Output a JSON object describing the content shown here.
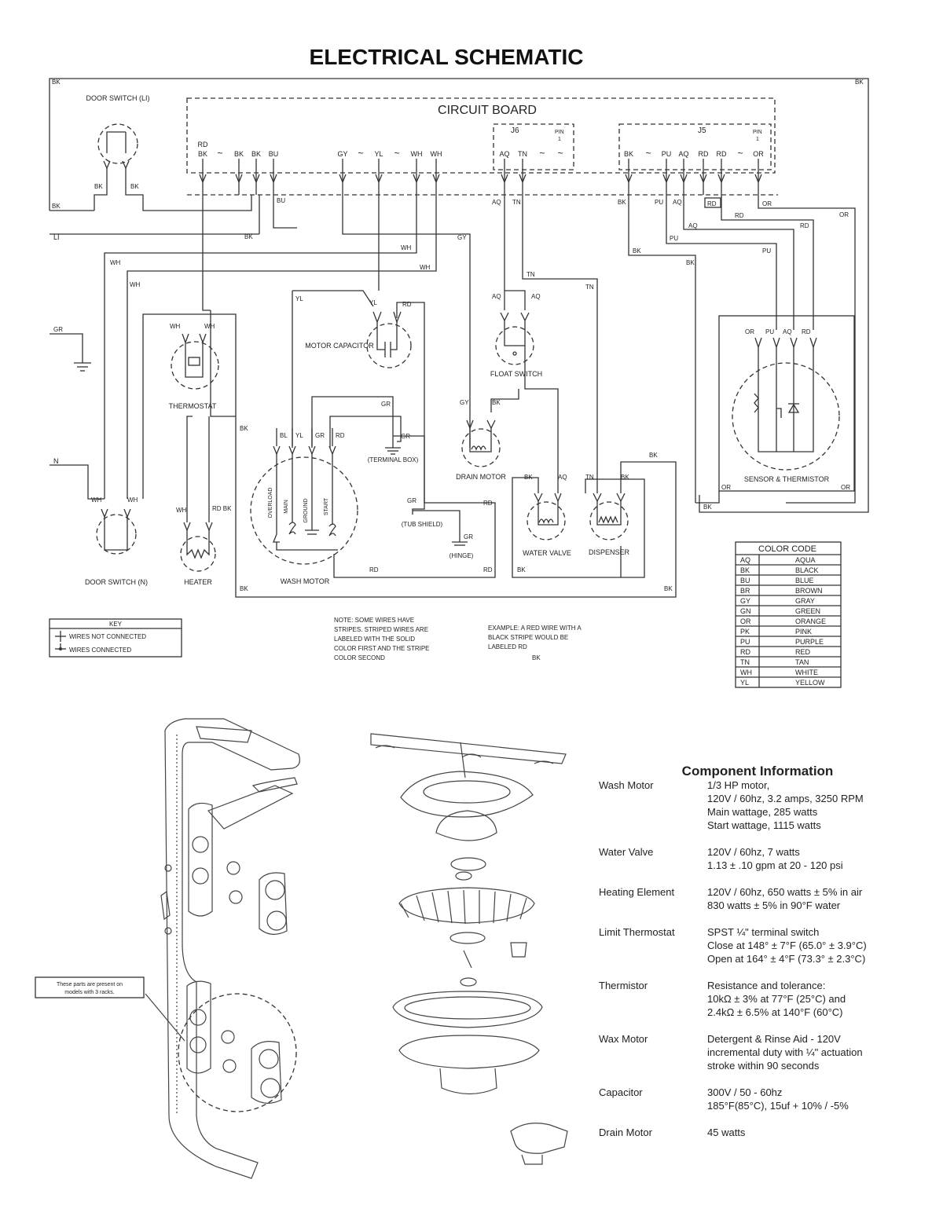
{
  "title": "ELECTRICAL SCHEMATIC",
  "board": {
    "title": "CIRCUIT BOARD",
    "j6": "J6",
    "j5": "J5",
    "pin": "PIN",
    "pin_num": "1",
    "pins_left": [
      "RD BK",
      "~",
      "BK",
      "BK",
      "BU"
    ],
    "pins_mid": [
      "GY",
      "~",
      "YL",
      "~",
      "WH",
      "WH"
    ],
    "pins_j6": [
      "AQ",
      "TN",
      "~",
      "~"
    ],
    "pins_j5": [
      "BK",
      "~",
      "PU",
      "AQ",
      "RD",
      "RD",
      "~",
      "OR"
    ]
  },
  "wire_labels": {
    "bk": "BK",
    "wh": "WH",
    "gr": "GR",
    "rd": "RD",
    "bu": "BU",
    "gy": "GY",
    "yl": "YL",
    "aq": "AQ",
    "tn": "TN",
    "pu": "PU",
    "or": "OR",
    "li": "LI",
    "n": "N",
    "rdbk": "RD BK"
  },
  "components": {
    "door_switch_li": "DOOR SWITCH (LI)",
    "door_switch_n": "DOOR SWITCH (N)",
    "thermostat": "THERMOSTAT",
    "heater": "HEATER",
    "motor_capacitor": "MOTOR CAPACITOR",
    "float_switch": "FLOAT SWITCH",
    "drain_motor": "DRAIN MOTOR",
    "water_valve": "WATER VALVE",
    "dispenser": "DISPENSER",
    "sensor": "SENSOR & THERMISTOR",
    "wash_motor": "WASH MOTOR",
    "terminal_box": "(TERMINAL BOX)",
    "tub_shield": "(TUB SHIELD)",
    "hinge": "(HINGE)",
    "motor_windings": [
      "OVERLOAD",
      "MAIN",
      "GROUND",
      "START"
    ],
    "motor_leads": [
      "BL",
      "YL",
      "GR",
      "RD"
    ]
  },
  "key": {
    "title": "KEY",
    "not_connected": "WIRES NOT CONNECTED",
    "connected": "WIRES CONNECTED"
  },
  "note": {
    "lines": [
      "NOTE: SOME WIRES HAVE",
      "STRIPES. STRIPED WIRES ARE",
      "LABELED WITH THE SOLID",
      "COLOR FIRST AND THE STRIPE",
      "COLOR SECOND"
    ],
    "example": [
      "EXAMPLE: A RED WIRE WITH A",
      "BLACK STRIPE WOULD BE",
      "LABELED RD",
      "BK"
    ]
  },
  "color_code": {
    "title": "COLOR CODE",
    "rows": [
      [
        "AQ",
        "AQUA"
      ],
      [
        "BK",
        "BLACK"
      ],
      [
        "BU",
        "BLUE"
      ],
      [
        "BR",
        "BROWN"
      ],
      [
        "GY",
        "GRAY"
      ],
      [
        "GN",
        "GREEN"
      ],
      [
        "OR",
        "ORANGE"
      ],
      [
        "PK",
        "PINK"
      ],
      [
        "PU",
        "PURPLE"
      ],
      [
        "RD",
        "RED"
      ],
      [
        "TN",
        "TAN"
      ],
      [
        "WH",
        "WHITE"
      ],
      [
        "YL",
        "YELLOW"
      ]
    ]
  },
  "callout": [
    "These parts are present on",
    "models with 3 racks."
  ],
  "component_info": {
    "title": "Component Information",
    "rows": [
      {
        "name": "Wash Motor",
        "lines": [
          "1/3 HP motor,",
          "120V / 60hz, 3.2 amps, 3250 RPM",
          "Main wattage, 285 watts",
          "Start wattage, 1115 watts"
        ]
      },
      {
        "name": "Water Valve",
        "lines": [
          "120V / 60hz, 7 watts",
          "1.13 ± .10 gpm at 20 - 120 psi"
        ]
      },
      {
        "name": "Heating Element",
        "lines": [
          "120V / 60hz, 650 watts ± 5% in air",
          "830 watts ± 5% in 90°F water"
        ]
      },
      {
        "name": "Limit Thermostat",
        "lines": [
          "SPST ¼\" terminal switch",
          "Close at 148° ± 7°F (65.0° ± 3.9°C)",
          "Open at 164° ± 4°F (73.3° ± 2.3°C)"
        ]
      },
      {
        "name": "Thermistor",
        "lines": [
          "Resistance and tolerance:",
          "10kΩ ± 3% at 77°F (25°C) and",
          "2.4kΩ ± 6.5% at 140°F (60°C)"
        ]
      },
      {
        "name": "Wax Motor",
        "lines": [
          "Detergent & Rinse Aid - 120V",
          "    incremental duty with ¼\" actuation",
          "    stroke within 90 seconds"
        ]
      },
      {
        "name": "Capacitor",
        "lines": [
          "300V / 50 - 60hz",
          "185°F(85°C), 15uf + 10% / -5%"
        ]
      },
      {
        "name": "Drain Motor",
        "lines": [
          "45 watts"
        ]
      }
    ]
  }
}
